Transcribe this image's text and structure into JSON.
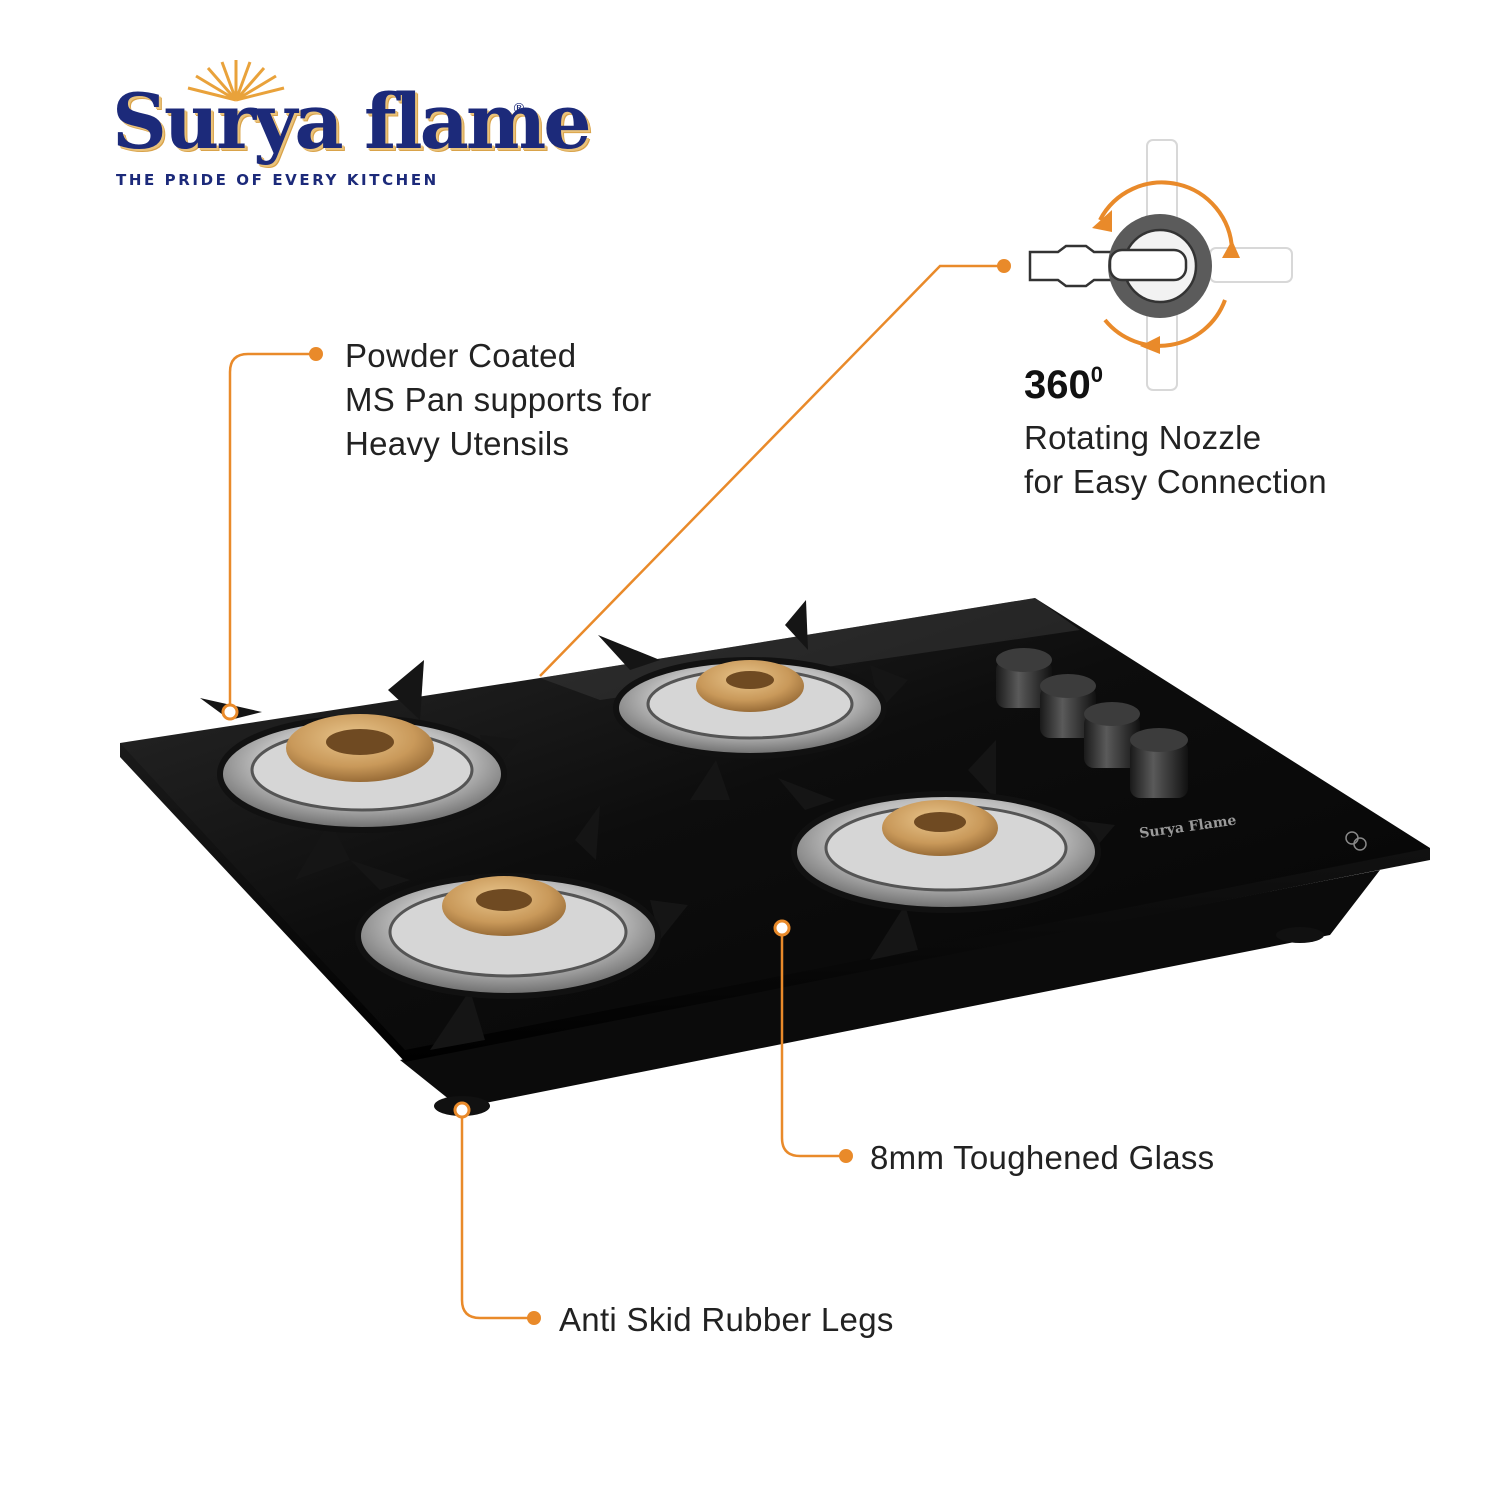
{
  "brand": {
    "name": "Surya flame",
    "registered_mark": "®",
    "tagline": "THE PRIDE OF EVERY KITCHEN",
    "product_badge_text": "Surya Flame"
  },
  "colors": {
    "brand_navy": "#1c2a7a",
    "brand_gold": "#e9a23b",
    "callout_orange": "#e98a2a",
    "glass_black": "#111111",
    "brass": "#c9995a"
  },
  "features": {
    "pan_support": {
      "lines": [
        "Powder Coated",
        "MS Pan supports for",
        "Heavy Utensils"
      ]
    },
    "nozzle": {
      "value": "360",
      "unit": "0",
      "lines": [
        "Rotating Nozzle",
        "for Easy Connection"
      ]
    },
    "glass": {
      "label": "8mm Toughened Glass"
    },
    "legs": {
      "label": "Anti Skid Rubber Legs"
    }
  },
  "icons": [
    "sun-rays-icon",
    "rotation-arrow-icon",
    "gas-nozzle-icon"
  ]
}
